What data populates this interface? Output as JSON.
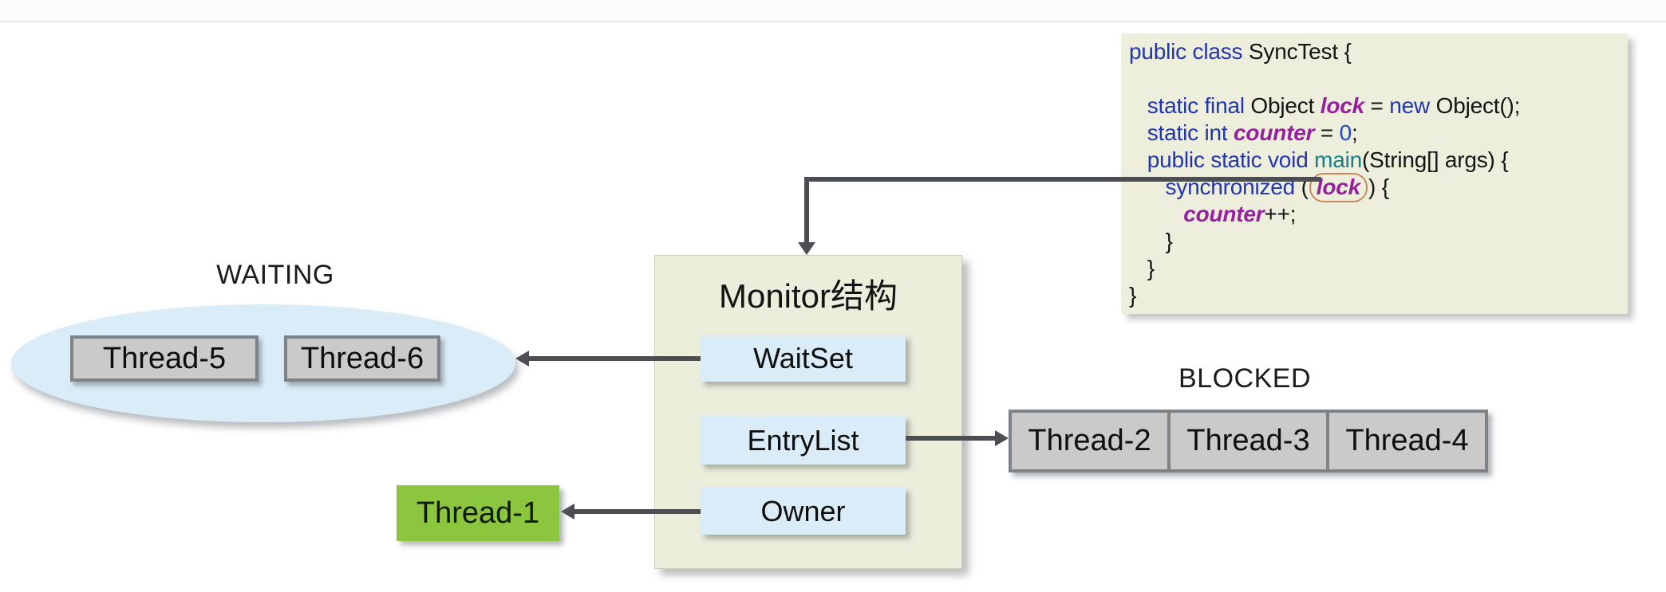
{
  "labels": {
    "waiting": "WAITING",
    "blocked": "BLOCKED"
  },
  "monitor": {
    "title": "Monitor结构",
    "slots": [
      "WaitSet",
      "EntryList",
      "Owner"
    ]
  },
  "threads": {
    "waiting": [
      "Thread-5",
      "Thread-6"
    ],
    "blocked": [
      "Thread-2",
      "Thread-3",
      "Thread-4"
    ],
    "owner": "Thread-1"
  },
  "colors": {
    "code-bg": "#edefdc",
    "monitor-bg": "#eaeedb",
    "light-blue": "#d9ecf7",
    "gray-fill": "#cacaca",
    "gray-border": "#7e8387",
    "green": "#8cc63e",
    "arrow": "#4b4f54",
    "keyword": "#2135ad",
    "variable": "#96209f",
    "method": "#15808d",
    "number": "#1f48c7",
    "lock-ring": "#c8895c"
  },
  "code": {
    "lines": [
      [
        {
          "t": "public class",
          "s": "kw"
        },
        {
          "t": " SyncTest {",
          "s": "pl"
        }
      ],
      [],
      [
        {
          "t": "   static final",
          "s": "kw"
        },
        {
          "t": " Object ",
          "s": "pl"
        },
        {
          "t": "lock",
          "s": "var"
        },
        {
          "t": " = ",
          "s": "pl"
        },
        {
          "t": "new",
          "s": "kw"
        },
        {
          "t": " Object();",
          "s": "pl"
        }
      ],
      [
        {
          "t": "   static int",
          "s": "kw"
        },
        {
          "t": " ",
          "s": "pl"
        },
        {
          "t": "counter",
          "s": "var"
        },
        {
          "t": " = ",
          "s": "pl"
        },
        {
          "t": "0",
          "s": "num"
        },
        {
          "t": ";",
          "s": "pl"
        }
      ],
      [
        {
          "t": "   public static void ",
          "s": "kw"
        },
        {
          "t": "main",
          "s": "meth"
        },
        {
          "t": "(String[] args) {",
          "s": "pl"
        }
      ],
      [
        {
          "t": "      synchronized",
          "s": "kw"
        },
        {
          "t": " (",
          "s": "pl"
        },
        {
          "t": "lock",
          "s": "lockvar"
        },
        {
          "t": ") {",
          "s": "pl"
        }
      ],
      [
        {
          "t": "         ",
          "s": "pl"
        },
        {
          "t": "counter",
          "s": "var"
        },
        {
          "t": "++;",
          "s": "pl"
        }
      ],
      [
        {
          "t": "      }",
          "s": "pl"
        }
      ],
      [
        {
          "t": "   }",
          "s": "pl"
        }
      ],
      [
        {
          "t": "}",
          "s": "pl"
        }
      ]
    ]
  }
}
